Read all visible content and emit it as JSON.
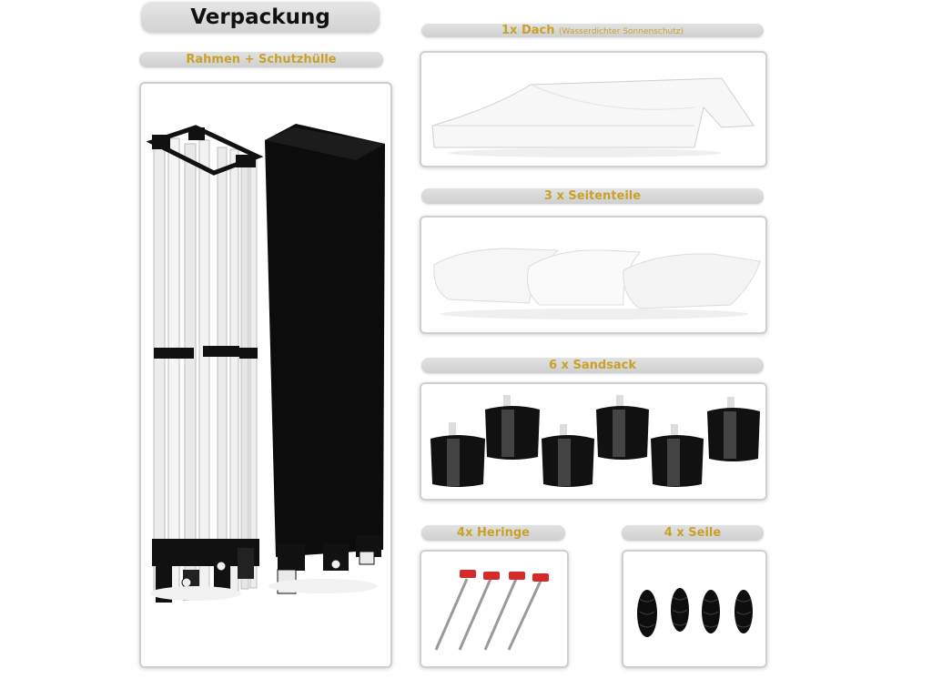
{
  "title": "Verpackung",
  "sections": {
    "frame": {
      "label": "Rahmen + Schutzhülle"
    },
    "roof": {
      "label": "1x Dach",
      "note": "(Wasserdichter Sonnenschutz)"
    },
    "sides": {
      "label": "3 x Seitenteile"
    },
    "sandbags": {
      "label": "6 x Sandsack"
    },
    "pegs": {
      "label": "4x Heringe"
    },
    "ropes": {
      "label": "4 x Seile"
    }
  },
  "colors": {
    "label_gold": "#c8a12a",
    "pill_grey": "#d8d8d8",
    "frame_black": "#111111",
    "peg_red": "#d62a2a"
  }
}
